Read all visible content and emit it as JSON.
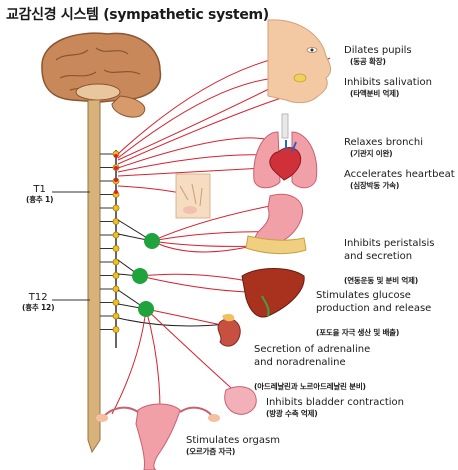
{
  "title": "교감신경 시스템 (sympathetic system)",
  "spine_labels": [
    {
      "name": "T1",
      "sub": "(흉추 1)"
    },
    {
      "name": "T12",
      "sub": "(흉추 12)"
    }
  ],
  "effects": [
    {
      "text": "Dilates pupils",
      "sub": "(동공 확장)"
    },
    {
      "text": "Inhibits salivation",
      "sub": "(타액분비 억제)"
    },
    {
      "text": "Relaxes bronchi",
      "sub": "(기관지 이완)"
    },
    {
      "text": "Accelerates heartbeat",
      "sub": "(심장박동 가속)"
    },
    {
      "text": "Inhibits peristalsis\nand secretion",
      "sub": "(연동운동 및 분비 억제)"
    },
    {
      "text": "Stimulates glucose\nproduction and release",
      "sub": "(포도을 자극 생산 및 배출)"
    },
    {
      "text": "Secretion of adrenaline\nand noradrenaline",
      "sub": "(아드레날린과 노르아드레날린 분비)"
    },
    {
      "text": "Inhibits bladder contraction",
      "sub": "(방광 수축 억제)"
    },
    {
      "text": "Stimulates orgasm",
      "sub": "(오르가즘 자극)"
    }
  ],
  "colors": {
    "nerve": "#d8202c",
    "ganglion": "#1fa33c",
    "spine": "#c9a25c",
    "brain": "#b07545",
    "organ_pink": "#f2a0a8"
  }
}
